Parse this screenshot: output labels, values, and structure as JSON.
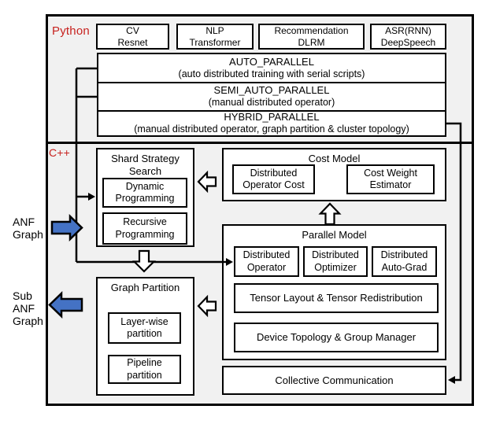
{
  "sections": {
    "python_label": "Python",
    "cpp_label": "C++"
  },
  "model_boxes": [
    {
      "line1": "CV",
      "line2": "Resnet"
    },
    {
      "line1": "NLP",
      "line2": "Transformer"
    },
    {
      "line1": "Recommendation",
      "line2": "DLRM"
    },
    {
      "line1": "ASR(RNN)",
      "line2": "DeepSpeech"
    }
  ],
  "parallel_modes": [
    {
      "title": "AUTO_PARALLEL",
      "subtitle": "(auto distributed training with serial scripts)"
    },
    {
      "title": "SEMI_AUTO_PARALLEL",
      "subtitle": "(manual distributed operator)"
    },
    {
      "title": "HYBRID_PARALLEL",
      "subtitle": "(manual distributed operator, graph partition & cluster topology)"
    }
  ],
  "shard_strategy": {
    "title": "Shard Strategy Search",
    "children": [
      "Dynamic Programming",
      "Recursive Programming"
    ]
  },
  "cost_model": {
    "title": "Cost Model",
    "children": [
      "Distributed Operator Cost",
      "Cost Weight Estimator"
    ]
  },
  "parallel_model": {
    "title": "Parallel Model",
    "children": [
      "Distributed Operator",
      "Distributed Optimizer",
      "Distributed Auto-Grad"
    ],
    "tensor_row": "Tensor Layout & Tensor Redistribution",
    "device_row": "Device Topology & Group Manager"
  },
  "graph_partition": {
    "title": "Graph Partition",
    "children": [
      "Layer-wise partition",
      "Pipeline partition"
    ]
  },
  "collective": "Collective Communication",
  "io_labels": {
    "input": "ANF Graph",
    "output": "Sub ANF Graph"
  },
  "colors": {
    "label_red": "#c7221f",
    "arrow_blue": "#4472c4",
    "panel_grey": "#f1f1f1",
    "line_black": "#000000"
  }
}
